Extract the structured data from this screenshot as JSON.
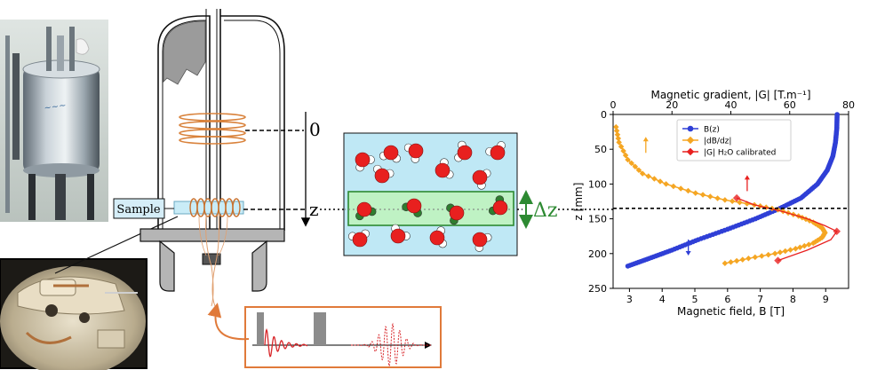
{
  "diagram": {
    "sample_label": "Sample",
    "zero_label": "0",
    "z_label": "z",
    "dz_label": "Δz"
  },
  "colors": {
    "coil": "#d9823b",
    "water_box": "#bfe8f5",
    "slice": "#bff2c4",
    "slice_border": "#2d8a32",
    "oxygen": "#e8201f",
    "tag": "#2f7d2f",
    "pulse_frame": "#e07a3a",
    "signal": "#d8262a",
    "b_series": "#2f3fd6",
    "dbdz_series": "#f5a623",
    "cal_series": "#e8201f"
  },
  "chart_data": {
    "type": "scatter",
    "title": "",
    "top_xlabel": "Magnetic gradient, |G| [T.m⁻¹]",
    "bottom_xlabel": "Magnetic field, B [T]",
    "ylabel": "z [mm]",
    "ylim": [
      0,
      250
    ],
    "y_inverted": true,
    "bottom_xlim": [
      2.5,
      9.7
    ],
    "top_xlim": [
      0,
      80
    ],
    "y_ticks": [
      0,
      50,
      100,
      150,
      200,
      250
    ],
    "bottom_ticks": [
      3,
      4,
      5,
      6,
      7,
      8,
      9
    ],
    "top_ticks": [
      0,
      20,
      40,
      60,
      80
    ],
    "reference_z": 135,
    "legend_position": "top",
    "series": [
      {
        "name": "B(z)",
        "axis": "bottom",
        "points": [
          [
            9.35,
            0
          ],
          [
            9.34,
            20
          ],
          [
            9.3,
            40
          ],
          [
            9.22,
            60
          ],
          [
            9.05,
            80
          ],
          [
            8.75,
            100
          ],
          [
            8.25,
            120
          ],
          [
            7.6,
            135
          ],
          [
            6.85,
            150
          ],
          [
            6.0,
            165
          ],
          [
            5.1,
            180
          ],
          [
            4.3,
            195
          ],
          [
            3.6,
            207
          ],
          [
            2.95,
            218
          ]
        ]
      },
      {
        "name": "|dB/dz|",
        "axis": "top",
        "points": [
          [
            1,
            18
          ],
          [
            2,
            40
          ],
          [
            5,
            65
          ],
          [
            10,
            85
          ],
          [
            18,
            100
          ],
          [
            28,
            113
          ],
          [
            38,
            123
          ],
          [
            48,
            130
          ],
          [
            56,
            137
          ],
          [
            63,
            146
          ],
          [
            68,
            155
          ],
          [
            71,
            163
          ],
          [
            72,
            170
          ],
          [
            71,
            177
          ],
          [
            68,
            185
          ],
          [
            62,
            193
          ],
          [
            55,
            200
          ],
          [
            46,
            207
          ],
          [
            38,
            214
          ]
        ]
      },
      {
        "name": "|G| H₂O calibrated",
        "axis": "top",
        "points": [
          [
            42,
            120
          ],
          [
            48,
            130
          ],
          [
            58,
            140
          ],
          [
            66,
            150
          ],
          [
            72,
            160
          ],
          [
            76,
            168
          ],
          [
            74,
            180
          ],
          [
            66,
            195
          ],
          [
            56,
            210
          ]
        ]
      }
    ],
    "arrows": [
      {
        "z": 45,
        "value": 3.5,
        "axis": "bottom",
        "direction": "up",
        "color": "#f5a623"
      },
      {
        "z": 100,
        "value": 6.6,
        "axis": "bottom",
        "direction": "up",
        "color": "#e8201f"
      },
      {
        "z": 190,
        "value": 4.8,
        "axis": "bottom",
        "direction": "down",
        "color": "#2f3fd6"
      }
    ]
  },
  "legend": {
    "b": "B(z)",
    "dbdz": "|dB/dz|",
    "cal": "|G| H₂O calibrated"
  }
}
